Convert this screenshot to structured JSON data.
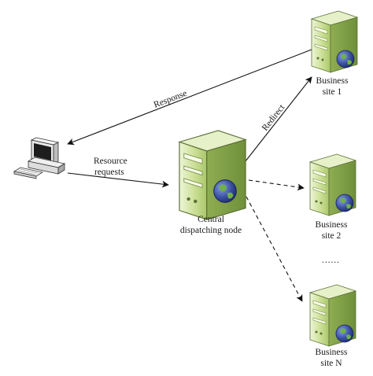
{
  "nodes": {
    "site1": {
      "line1": "Business",
      "line2": "site 1"
    },
    "central": {
      "line1": "Central",
      "line2": "dispatching node"
    },
    "site2": {
      "line1": "Business",
      "line2": "site 2"
    },
    "siteN": {
      "line1": "Business",
      "line2": "site N"
    }
  },
  "edges": {
    "response": "Response",
    "redirect": "Redirect",
    "request_line1": "Resource",
    "request_line2": "requests"
  },
  "ellipsis": "……",
  "colors": {
    "server_light": "#dcebb8",
    "server_mid": "#b7d27e",
    "server_dark": "#7f9e46",
    "outline": "#2b2b2b",
    "globe": "#3a4f9a"
  }
}
